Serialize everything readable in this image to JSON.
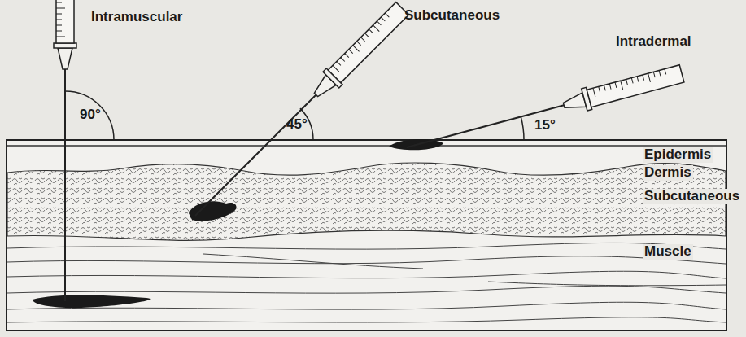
{
  "diagram": {
    "labels": [
      "Intramuscular",
      "Subcutaneous",
      "Intradermal",
      "90°",
      "45°",
      "15°",
      "Epidermis",
      "Dermis",
      "Subcutaneous",
      "Muscle"
    ]
  }
}
